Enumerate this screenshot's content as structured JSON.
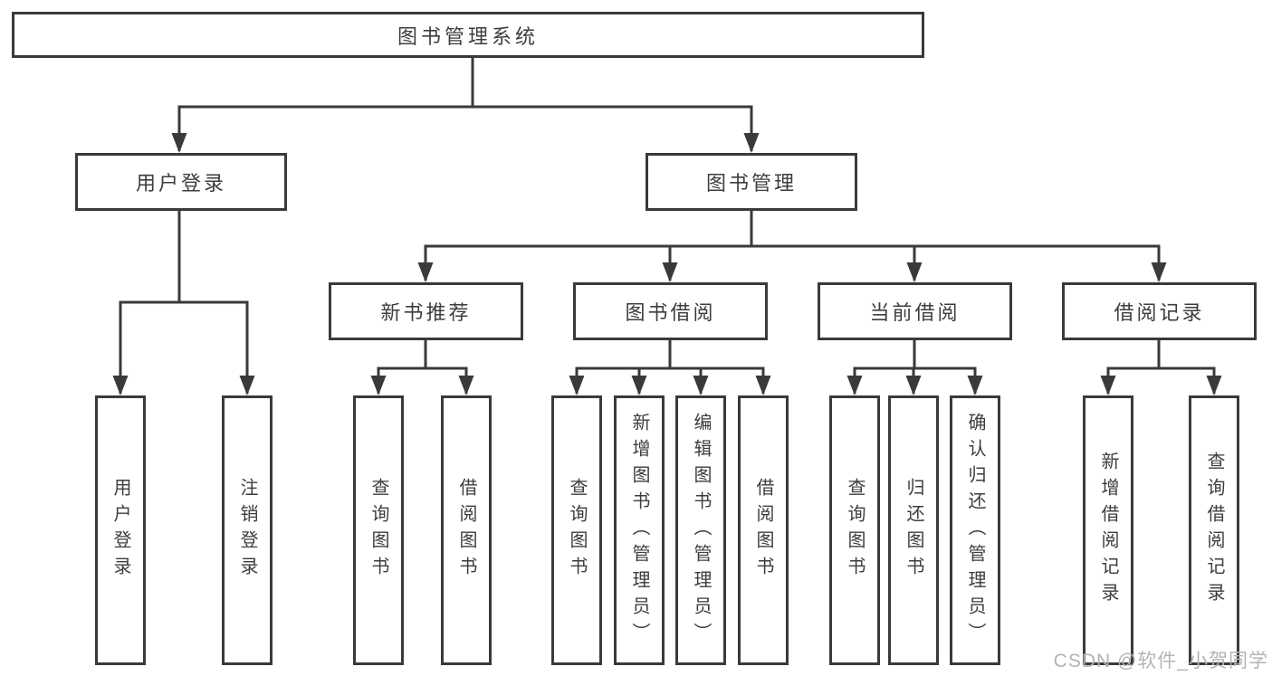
{
  "root": {
    "label": "图书管理系统"
  },
  "level2": [
    {
      "label": "用户登录"
    },
    {
      "label": "图书管理"
    }
  ],
  "level3": [
    {
      "label": "新书推荐"
    },
    {
      "label": "图书借阅"
    },
    {
      "label": "当前借阅"
    },
    {
      "label": "借阅记录"
    }
  ],
  "leaves": [
    {
      "label": "用户登录"
    },
    {
      "label": "注销登录"
    },
    {
      "label": "查询图书"
    },
    {
      "label": "借阅图书"
    },
    {
      "label": "查询图书"
    },
    {
      "label": "新增图书（管理员）"
    },
    {
      "label": "编辑图书（管理员）"
    },
    {
      "label": "借阅图书"
    },
    {
      "label": "查询图书"
    },
    {
      "label": "归还图书"
    },
    {
      "label": "确认归还（管理员）"
    },
    {
      "label": "新增借阅记录"
    },
    {
      "label": "查询借阅记录"
    }
  ],
  "watermark": {
    "text": "CSDN @软件_小贺同学"
  },
  "colors": {
    "line": "#3a3a3a",
    "border": "#3a3a3a",
    "text": "#3d3d3d",
    "watermark": "#b3b3b3",
    "background": "#ffffff"
  }
}
